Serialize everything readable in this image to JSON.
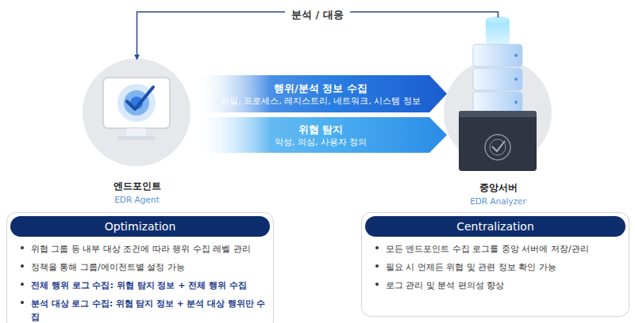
{
  "diagram": {
    "nodes": [
      {
        "text": [
          "엔드포인트",
          "EDR Agent"
        ]
      },
      {
        "text": [
          "행위/분석 정보 수집",
          "파일, 프로세스, 레지스트리, 네트워크, 시스템 정보"
        ]
      },
      {
        "text": [
          "위협 탐지",
          "악성, 의심, 사용자 정의"
        ]
      },
      {
        "text": [
          "중앙서버",
          "EDR Analyzer"
        ]
      },
      {
        "text": [
          "위협 그룹 등 내부 대상 조건에 따라 행위 수집 레벨 관리",
          "정책을 통해 그룹/에이전트별 설정 가능",
          "전체 행위 로그 수집: 위협 탐지 정보 + 전체 행위 수집",
          "분석 대상 로그 수집: 위협 탐지 정보 + 분석 대상 행위만 수집"
        ]
      },
      {
        "text": [
          "Optimization"
        ],
        "in": 4
      },
      {
        "text": [
          "모든 엔드포인트 수집 로그를 중앙 서버에 저장/관리",
          "필요 시 언제든 위협 및 관련 정보 확인 가능",
          "로그 관리 및 분석 편의성 향상"
        ]
      },
      {
        "text": [
          "Centralization"
        ],
        "in": 6
      }
    ],
    "edges": [
      {
        "from": 3,
        "to": 0,
        "label": "분석 / 대응",
        "arrow": "to"
      }
    ]
  }
}
